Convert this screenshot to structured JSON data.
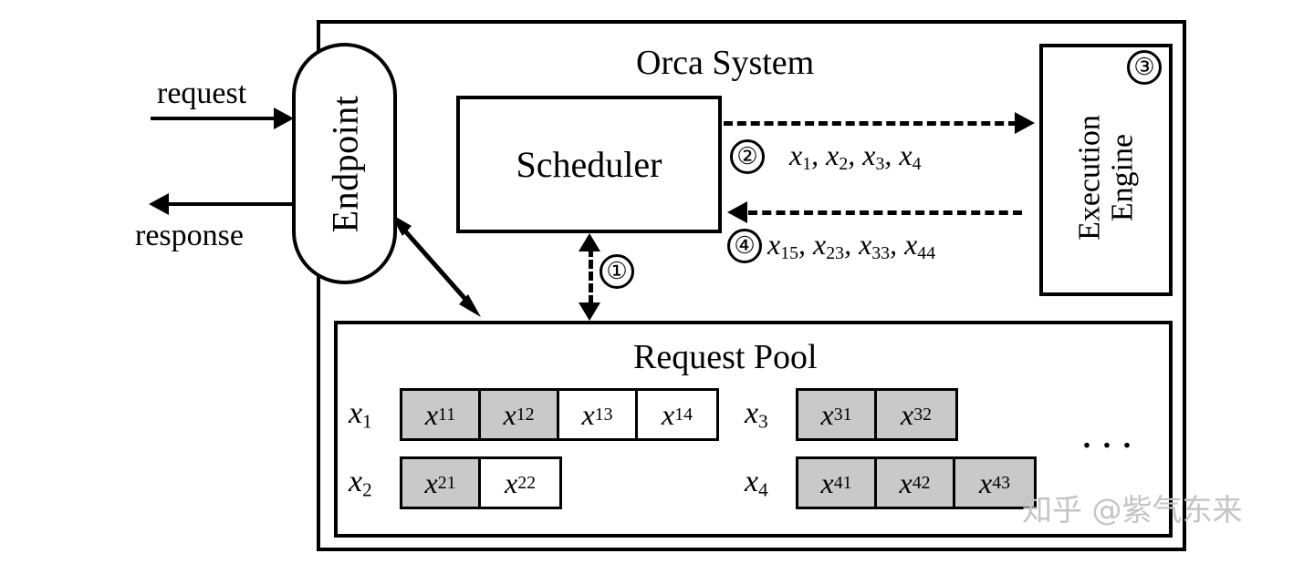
{
  "diagram": {
    "title": "Orca System",
    "system_box_label": "Orca System",
    "io": {
      "request_label": "request",
      "response_label": "response"
    },
    "components": {
      "endpoint": {
        "label": "Endpoint"
      },
      "scheduler": {
        "label": "Scheduler"
      },
      "execution_engine": {
        "label_line1": "Execution",
        "label_line2": "Engine",
        "badge": "③"
      },
      "request_pool": {
        "title": "Request Pool",
        "ellipsis": "..."
      }
    },
    "steps": [
      {
        "badge": "①",
        "label": ""
      },
      {
        "badge": "②",
        "label": "x1, x2, x3, x4"
      },
      {
        "badge": "③",
        "label": ""
      },
      {
        "badge": "④",
        "label": "x15, x23, x33, x44"
      }
    ],
    "flow_labels": {
      "step2": [
        {
          "base": "x",
          "sub": "1"
        },
        {
          "base": "x",
          "sub": "2"
        },
        {
          "base": "x",
          "sub": "3"
        },
        {
          "base": "x",
          "sub": "4"
        }
      ],
      "step4": [
        {
          "base": "x",
          "sub": "15"
        },
        {
          "base": "x",
          "sub": "23"
        },
        {
          "base": "x",
          "sub": "33"
        },
        {
          "base": "x",
          "sub": "44"
        }
      ]
    },
    "pool_rows_left": [
      {
        "label_base": "x",
        "label_sub": "1",
        "cells": [
          {
            "base": "x",
            "sub": "11",
            "filled": true
          },
          {
            "base": "x",
            "sub": "12",
            "filled": true
          },
          {
            "base": "x",
            "sub": "13",
            "filled": false
          },
          {
            "base": "x",
            "sub": "14",
            "filled": false
          }
        ]
      },
      {
        "label_base": "x",
        "label_sub": "2",
        "cells": [
          {
            "base": "x",
            "sub": "21",
            "filled": true
          },
          {
            "base": "x",
            "sub": "22",
            "filled": false
          }
        ]
      }
    ],
    "pool_rows_right": [
      {
        "label_base": "x",
        "label_sub": "3",
        "cells": [
          {
            "base": "x",
            "sub": "31",
            "filled": true
          },
          {
            "base": "x",
            "sub": "32",
            "filled": true
          }
        ]
      },
      {
        "label_base": "x",
        "label_sub": "4",
        "cells": [
          {
            "base": "x",
            "sub": "41",
            "filled": true
          },
          {
            "base": "x",
            "sub": "42",
            "filled": true
          },
          {
            "base": "x",
            "sub": "43",
            "filled": true
          }
        ]
      }
    ],
    "colors": {
      "stroke": "#000000",
      "cell_filled": "#c9c9c9",
      "background": "#ffffff",
      "watermark": "#c4c4c4"
    },
    "watermark": "知乎 @紫气东来"
  }
}
